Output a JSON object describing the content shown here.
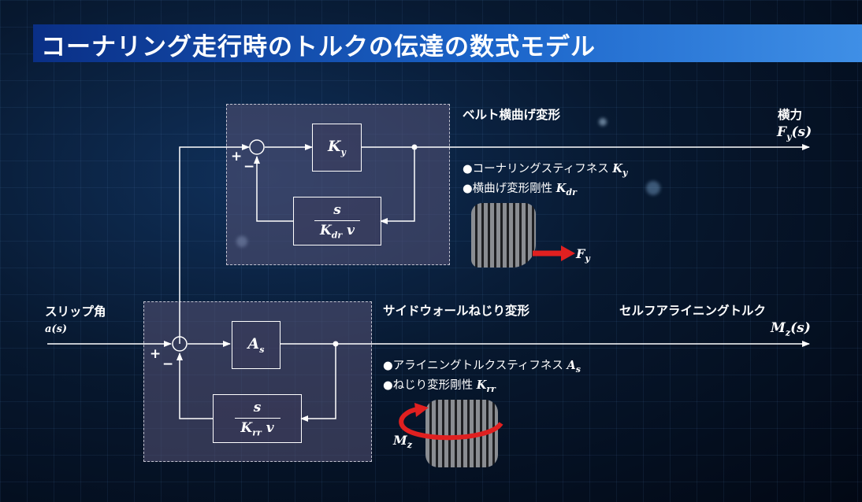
{
  "title": "コーナリング走行時のトルクの伝達の数式モデル",
  "input": {
    "label": "スリップ角",
    "symbol": "a(s)"
  },
  "upper": {
    "heading": "ベルト横曲げ変形",
    "output_label": "横力",
    "output_symbol_main": "F",
    "output_symbol_sub": "y",
    "output_symbol_arg": "(s)",
    "forward_block_main": "K",
    "forward_block_sub": "y",
    "feedback_num": "s",
    "feedback_den_main": "K",
    "feedback_den_sub": "dr",
    "feedback_den_tail": "v",
    "bullet1_text": "●コーナリングスティフネス",
    "bullet1_sym": "K",
    "bullet1_sub": "y",
    "bullet2_text": "●横曲げ変形剛性",
    "bullet2_sym": "K",
    "bullet2_sub": "dr",
    "force_main": "F",
    "force_sub": "y",
    "sign_plus": "+",
    "sign_minus": "−"
  },
  "lower": {
    "heading": "サイドウォールねじり変形",
    "output_label": "セルフアライニングトルク",
    "output_symbol_main": "M",
    "output_symbol_sub": "z",
    "output_symbol_arg": "(s)",
    "forward_block_main": "A",
    "forward_block_sub": "s",
    "feedback_num": "s",
    "feedback_den_main": "K",
    "feedback_den_sub": "rr",
    "feedback_den_tail": "v",
    "bullet1_text": "●アライニングトルクスティフネス",
    "bullet1_sym": "A",
    "bullet1_sub": "s",
    "bullet2_text": "●ねじり変形剛性",
    "bullet2_sym": "K",
    "bullet2_sub": "rr",
    "moment_main": "M",
    "moment_sub": "z",
    "sign_plus": "+",
    "sign_minus": "−"
  },
  "colors": {
    "title_bar": "#1b64c9",
    "panel": "#58547a",
    "arrow": "#e02020"
  }
}
